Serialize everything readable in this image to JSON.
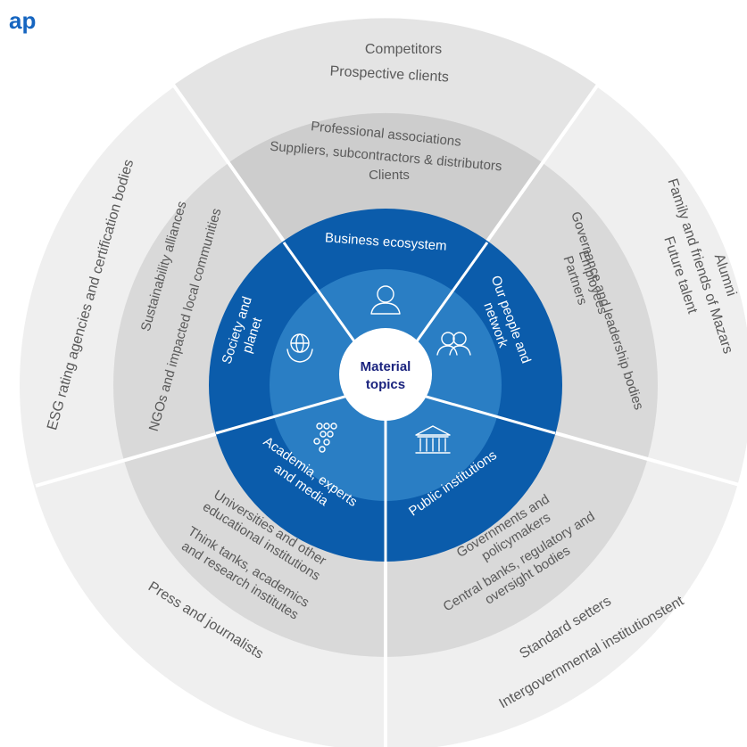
{
  "title": "ap",
  "center": {
    "line1": "Material",
    "line2": "topics"
  },
  "groups": {
    "business": {
      "label": "Business ecosystem",
      "middle": [
        "Professional associations",
        "Suppliers, subcontractors & distributors",
        "Clients"
      ],
      "outer": [
        "Competitors",
        "Prospective clients"
      ]
    },
    "people": {
      "label_lines": [
        "Our people and",
        "network"
      ],
      "middle": [
        "Governance and leadership bodies",
        "Employees",
        "Partners"
      ],
      "outer": [
        "Alumni",
        "Family and friends of Mazars",
        "Future talent"
      ]
    },
    "public": {
      "label": "Public institutions",
      "middle": [
        "Governments and",
        "policymakers",
        "Central banks, regulatory and",
        "oversight bodies"
      ],
      "outer": [
        "Standard setters",
        "Intergovernmental institutionstent"
      ]
    },
    "academia": {
      "label_lines": [
        "Academia, experts",
        "and media"
      ],
      "middle": [
        "Universities and other",
        "educational  institutions",
        "Think tanks, academics",
        "and research institutes"
      ],
      "outer": [
        "Press and journalists"
      ]
    },
    "society": {
      "label_lines": [
        "Society and",
        "planet"
      ],
      "middle": [
        "Sustainability alliances",
        "NGOs and impacted local communities"
      ],
      "outer": [
        "ESG rating agencies and certification bodies"
      ]
    }
  },
  "colors": {
    "outer_ring": "#efefef",
    "outer_ring_top": "#e3e3e3",
    "middle_ring": "#d9d9d9",
    "middle_ring_top": "#cccccc",
    "blue_ring": "#0b5cab",
    "inner_disk": "#2a7ec4",
    "center": "#ffffff",
    "title": "#1565c0"
  },
  "icons": [
    "person-icon",
    "people-icon",
    "building-icon",
    "network-icon",
    "globe-hands-icon"
  ]
}
